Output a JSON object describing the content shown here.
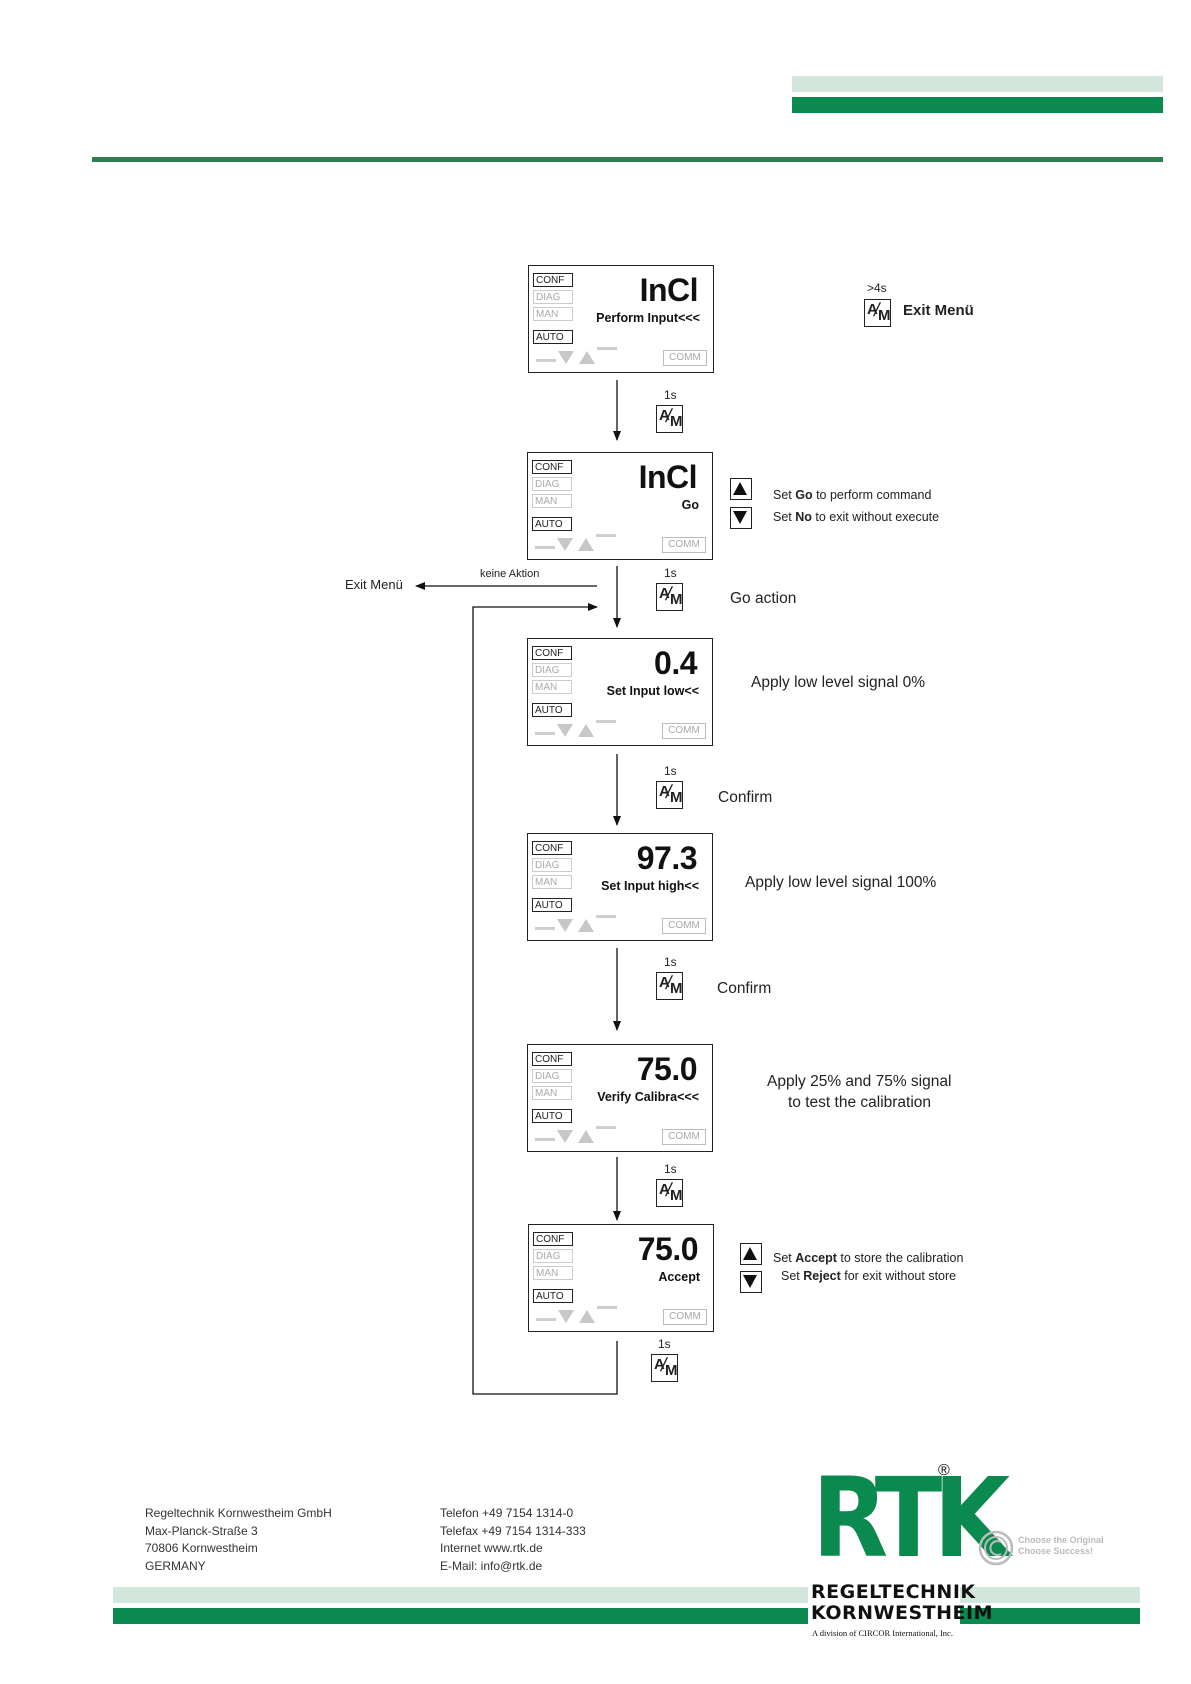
{
  "displays": [
    {
      "value": "InCl",
      "subtitle": "Perform Input<<<",
      "modes": [
        "CONF",
        "DIAG",
        "MAN",
        "AUTO"
      ],
      "comm": "COMM"
    },
    {
      "value": "InCl",
      "subtitle": "Go",
      "modes": [
        "CONF",
        "DIAG",
        "MAN",
        "AUTO"
      ],
      "comm": "COMM"
    },
    {
      "value": "0.4",
      "subtitle": "Set Input low<<",
      "modes": [
        "CONF",
        "DIAG",
        "MAN",
        "AUTO"
      ],
      "comm": "COMM"
    },
    {
      "value": "97.3",
      "subtitle": "Set Input high<<",
      "modes": [
        "CONF",
        "DIAG",
        "MAN",
        "AUTO"
      ],
      "comm": "COMM"
    },
    {
      "value": "75.0",
      "subtitle": "Verify Calibra<<<",
      "modes": [
        "CONF",
        "DIAG",
        "MAN",
        "AUTO"
      ],
      "comm": "COMM"
    },
    {
      "value": "75.0",
      "subtitle": "Accept",
      "modes": [
        "CONF",
        "DIAG",
        "MAN",
        "AUTO"
      ],
      "comm": "COMM"
    }
  ],
  "am_button": {
    "a": "A",
    "m": "M"
  },
  "timings": {
    "exit_hold": ">4s",
    "t1": "1s",
    "t2": "1s",
    "t3": "1s",
    "t4": "1s",
    "t5": "1s",
    "t6": "1s"
  },
  "labels": {
    "exit_menu_top": "Exit Menü",
    "exit_menu_left": "Exit Menü",
    "keine_aktion": "keine Aktion",
    "go_action": "Go action",
    "confirm_1": "Confirm",
    "confirm_2": "Confirm",
    "apply_low": "Apply low level signal 0%",
    "apply_high": "Apply low level signal 100%",
    "apply_verify_1": "Apply  25% and 75% signal",
    "apply_verify_2": "to test the calibration"
  },
  "go_notes": {
    "line1_pre": "Set ",
    "line1_bold": "Go",
    "line1_post": " to perform command",
    "line2_pre": "Set ",
    "line2_bold": "No",
    "line2_post": " to exit without execute"
  },
  "accept_notes": {
    "line1_pre": "Set ",
    "line1_bold": "Accept",
    "line1_post": " to store the calibration",
    "line2_pre": "Set ",
    "line2_bold": "Reject",
    "line2_post": " for exit without store"
  },
  "footer": {
    "address": [
      "Regeltechnik Kornwestheim GmbH",
      "Max-Planck-Straße 3",
      "70806 Kornwestheim",
      "GERMANY"
    ],
    "contact": [
      "Telefon   +49 7154 1314-0",
      "Telefax   +49 7154 1314-333",
      "Internet  www.rtk.de",
      "E-Mail:  info@rtk.de"
    ],
    "logo_letters": "RTK",
    "registered": "®",
    "company_line1": "REGELTECHNIK",
    "company_line2": "KORNWESTHEIM",
    "division": "A division of CIRCOR International, Inc.",
    "slogan_line1": "Choose the Original",
    "slogan_line2": "Choose Success!"
  },
  "colors": {
    "brand_green": "#0a8a4e",
    "light_green": "#d3e6dc",
    "rule_green": "#2e7d4f"
  }
}
